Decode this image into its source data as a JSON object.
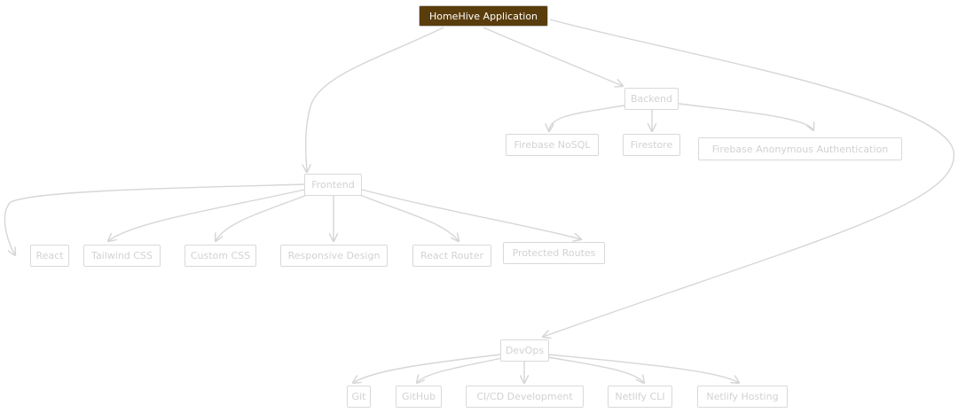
{
  "diagram": {
    "root": {
      "label": "HomeHive Application"
    },
    "nodes": {
      "backend": "Backend",
      "firebase_nosql": "Firebase NoSQL",
      "firestore": "Firestore",
      "firebase_anon_auth": "Firebase Anonymous Authentication",
      "frontend": "Frontend",
      "react": "React",
      "tailwind": "Tailwind CSS",
      "custom_css": "Custom CSS",
      "responsive": "Responsive Design",
      "react_router": "React Router",
      "protected_routes": "Protected Routes",
      "devops": "DevOps",
      "git": "Git",
      "github": "GitHub",
      "cicd": "CI/CD Development",
      "netlify_cli": "Netlify CLI",
      "netlify_hosting": "Netlify Hosting"
    },
    "edges": [
      [
        "root",
        "backend"
      ],
      [
        "root",
        "frontend"
      ],
      [
        "root",
        "devops"
      ],
      [
        "backend",
        "firebase_nosql"
      ],
      [
        "backend",
        "firestore"
      ],
      [
        "backend",
        "firebase_anon_auth"
      ],
      [
        "frontend",
        "react"
      ],
      [
        "frontend",
        "tailwind"
      ],
      [
        "frontend",
        "custom_css"
      ],
      [
        "frontend",
        "responsive"
      ],
      [
        "frontend",
        "react_router"
      ],
      [
        "frontend",
        "protected_routes"
      ],
      [
        "devops",
        "git"
      ],
      [
        "devops",
        "github"
      ],
      [
        "devops",
        "cicd"
      ],
      [
        "devops",
        "netlify_cli"
      ],
      [
        "devops",
        "netlify_hosting"
      ]
    ],
    "colors": {
      "root_fill": "#5a3d0c",
      "root_text": "#ffffff",
      "node_border": "#d9d9d9",
      "node_text": "#d2d2d2",
      "edge": "#d6d6d6"
    }
  }
}
